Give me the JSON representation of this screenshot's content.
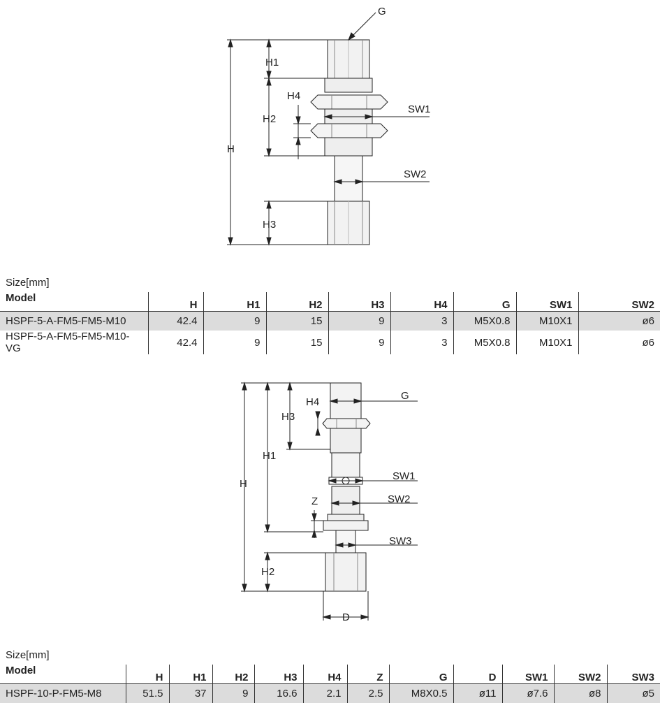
{
  "top": {
    "dims": {
      "H": "H",
      "H1": "H1",
      "H2": "H2",
      "H3": "H3",
      "H4": "H4",
      "G": "G",
      "SW1": "SW1",
      "SW2": "SW2"
    },
    "size_label": "Size[mm]",
    "headers": [
      "Model",
      "H",
      "H1",
      "H2",
      "H3",
      "H4",
      "G",
      "SW1",
      "SW2"
    ],
    "rows": [
      [
        "HSPF-5-A-FM5-FM5-M10",
        "42.4",
        "9",
        "15",
        "9",
        "3",
        "M5X0.8",
        "M10X1",
        "ø6"
      ],
      [
        "HSPF-5-A-FM5-FM5-M10-VG",
        "42.4",
        "9",
        "15",
        "9",
        "3",
        "M5X0.8",
        "M10X1",
        "ø6"
      ]
    ]
  },
  "bottom": {
    "dims": {
      "H": "H",
      "H1": "H1",
      "H2": "H2",
      "H3": "H3",
      "H4": "H4",
      "G": "G",
      "Z": "Z",
      "D": "D",
      "SW1": "SW1",
      "SW2": "SW2",
      "SW3": "SW3"
    },
    "size_label": "Size[mm]",
    "headers": [
      "Model",
      "H",
      "H1",
      "H2",
      "H3",
      "H4",
      "Z",
      "G",
      "D",
      "SW1",
      "SW2",
      "SW3"
    ],
    "rows": [
      [
        "HSPF-10-P-FM5-M8",
        "51.5",
        "37",
        "9",
        "16.6",
        "2.1",
        "2.5",
        "M8X0.5",
        "ø11",
        "ø7.6",
        "ø8",
        "ø5"
      ]
    ]
  }
}
